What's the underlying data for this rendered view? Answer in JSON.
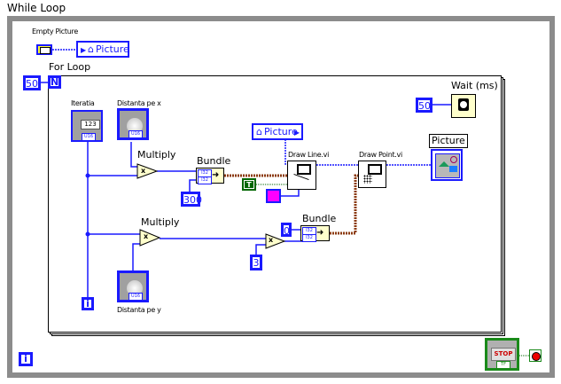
{
  "diagram": {
    "while_loop": {
      "label": "While Loop"
    },
    "for_loop": {
      "label": "For Loop",
      "count_constant": "50",
      "count_terminal": "N",
      "iteration_terminal": "i"
    },
    "while_iteration_terminal": "i",
    "empty_picture": {
      "label": "Empty Picture",
      "icon": "picture-constant-icon"
    },
    "picture_ref_top": {
      "label": "Picture"
    },
    "picture_ref_mid": {
      "label": "Picture"
    },
    "controls": {
      "iteratia": {
        "label": "Iteratia",
        "value": "123",
        "type": "U16"
      },
      "distanta_x": {
        "label": "Distanta pe x",
        "type": "U16",
        "icon": "knob-icon"
      },
      "distanta_y": {
        "label": "Distanta pe y",
        "type": "U16",
        "icon": "knob-icon"
      }
    },
    "multiply_top": {
      "label": "Multiply",
      "symbol": "x"
    },
    "multiply_bottom": {
      "label": "Multiply",
      "symbol": "x"
    },
    "multiply_small": {
      "symbol": "x"
    },
    "bundle_top": {
      "label": "Bundle",
      "inputs": [
        "I32",
        "I32"
      ]
    },
    "bundle_bottom": {
      "label": "Bundle",
      "inputs": [
        "I32",
        "I32"
      ]
    },
    "constants": {
      "c300": "300",
      "c0": "0",
      "c3": "3",
      "bool_true": "T",
      "wait_ms": "50"
    },
    "color_constant": "#ff00ff",
    "draw_line": {
      "label": "Draw Line.vi"
    },
    "draw_point": {
      "label": "Draw Point.vi"
    },
    "wait": {
      "label": "Wait (ms)"
    },
    "picture_indicator": {
      "label": "Picture",
      "type": "picture-indicator-icon"
    },
    "stop_button": {
      "label": "STOP",
      "type": "TF"
    },
    "colors": {
      "int_wire": "#1a1aff",
      "cluster_wire": "#8b3a0f",
      "bool_wire": "#006600",
      "frame_gray": "#8c8c8c",
      "node_fill": "#ffffcc"
    }
  }
}
